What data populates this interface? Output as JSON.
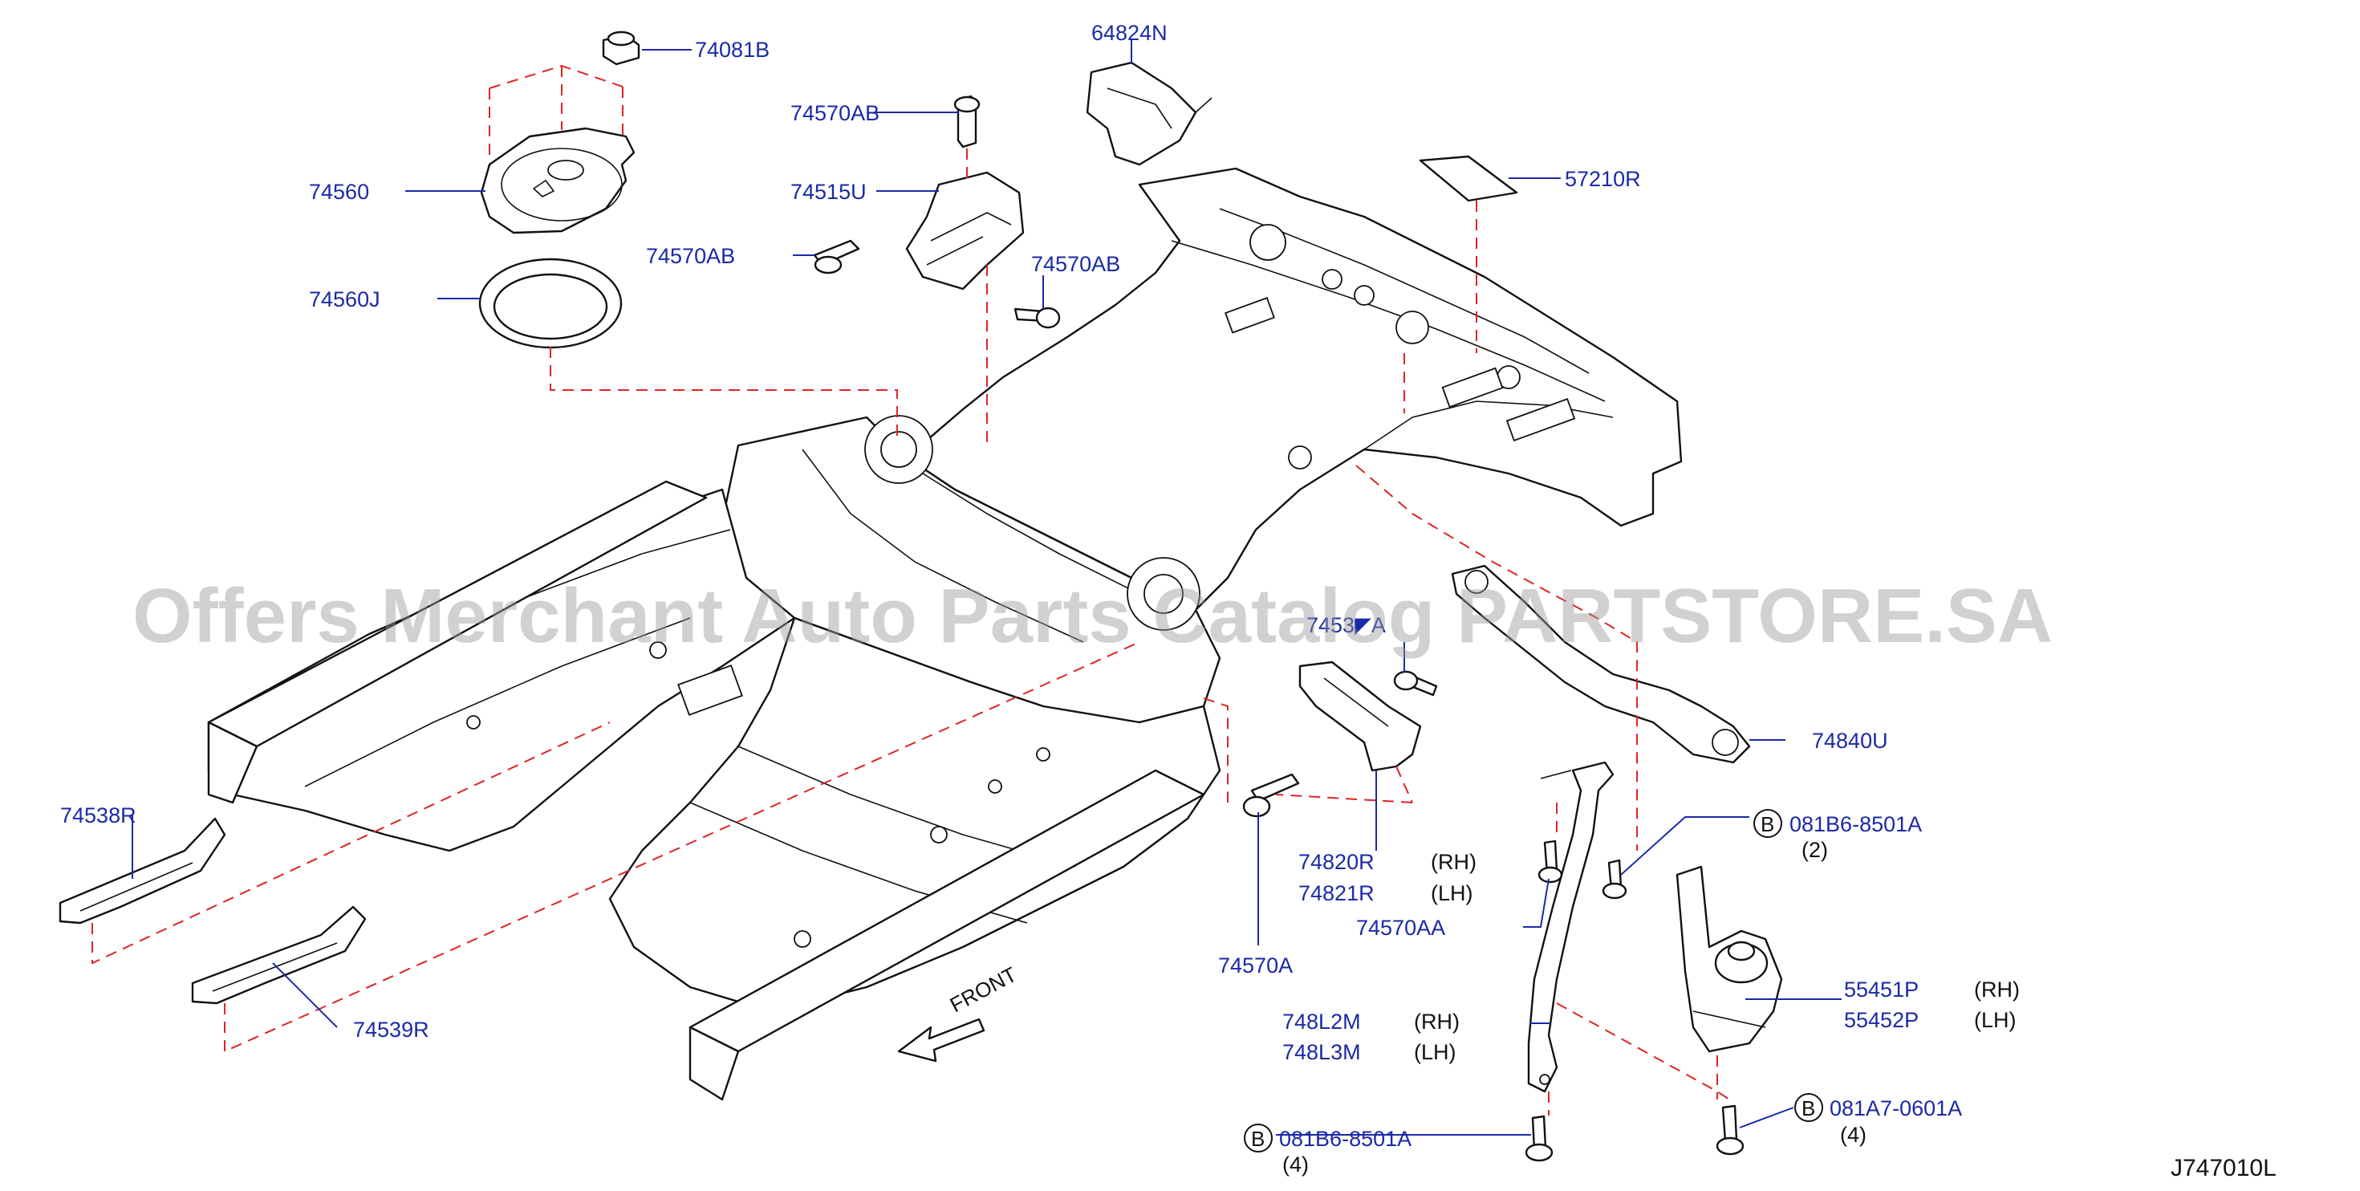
{
  "watermark": "Offers Merchant Auto Parts Catalog PARTSTORE.SA",
  "reference": "J747010L",
  "front_label": "FRONT",
  "labels": {
    "p74081B": "74081B",
    "p64824N": "64824N",
    "p74570AB_top": "74570AB",
    "p74560": "74560",
    "p74515U": "74515U",
    "p57210R": "57210R",
    "p74570AB_left": "74570AB",
    "p74570AB_right": "74570AB",
    "p74560J": "74560J",
    "p7453xA": "7453◤A",
    "p74840U": "74840U",
    "p74538R": "74538R",
    "p081B6_8501A_top": "081B6-8501A",
    "p081B6_8501A_top_qty": "(2)",
    "p74820R": "74820R",
    "p74820R_side": "(RH)",
    "p74821R": "74821R",
    "p74821R_side": "(LH)",
    "p74570AA": "74570AA",
    "p74570A": "74570A",
    "p55451P": "55451P",
    "p55451P_side": "(RH)",
    "p55452P": "55452P",
    "p55452P_side": "(LH)",
    "p748L2M": "748L2M",
    "p748L2M_side": "(RH)",
    "p748L3M": "748L3M",
    "p748L3M_side": "(LH)",
    "p74539R": "74539R",
    "p081A7_0601A": "081A7-0601A",
    "p081A7_0601A_qty": "(4)",
    "p081B6_8501A_bottom": "081B6-8501A",
    "p081B6_8501A_bottom_qty": "(4)",
    "badge_b": "B"
  }
}
